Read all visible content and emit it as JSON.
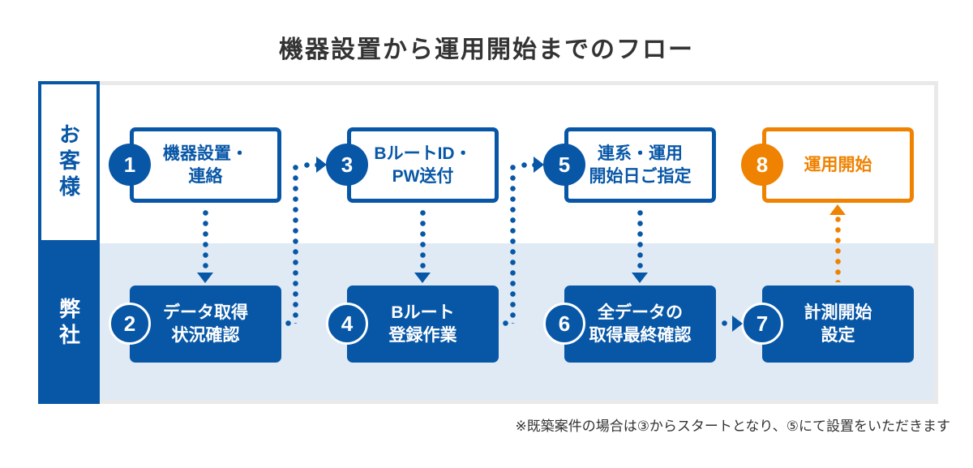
{
  "title": "機器設置から運用開始までのフロー",
  "lanes": {
    "customer": "お客様",
    "company": "弊社"
  },
  "steps": [
    {
      "num": "1",
      "lane": "customer",
      "line1": "機器設置・",
      "line2": "連絡"
    },
    {
      "num": "2",
      "lane": "company",
      "line1": "データ取得",
      "line2": "状況確認"
    },
    {
      "num": "3",
      "lane": "customer",
      "line1": "BルートID・",
      "line2": "PW送付"
    },
    {
      "num": "4",
      "lane": "company",
      "line1": "Bルート",
      "line2": "登録作業"
    },
    {
      "num": "5",
      "lane": "customer",
      "line1": "連系・運用",
      "line2": "開始日ご指定"
    },
    {
      "num": "6",
      "lane": "company",
      "line1": "全データの",
      "line2": "取得最終確認"
    },
    {
      "num": "7",
      "lane": "company",
      "line1": "計測開始",
      "line2": "設定"
    },
    {
      "num": "8",
      "lane": "customer",
      "line1": "運用開始",
      "line2": ""
    }
  ],
  "footnote": "※既築案件の場合は③からスタートとなり、⑤にて設置をいただきます",
  "colors": {
    "blue": "#0857a7",
    "orange": "#ef8200",
    "company_lane_bg": "#dfeaf5",
    "frame_border": "#e9e9e9",
    "text": "#333333"
  }
}
